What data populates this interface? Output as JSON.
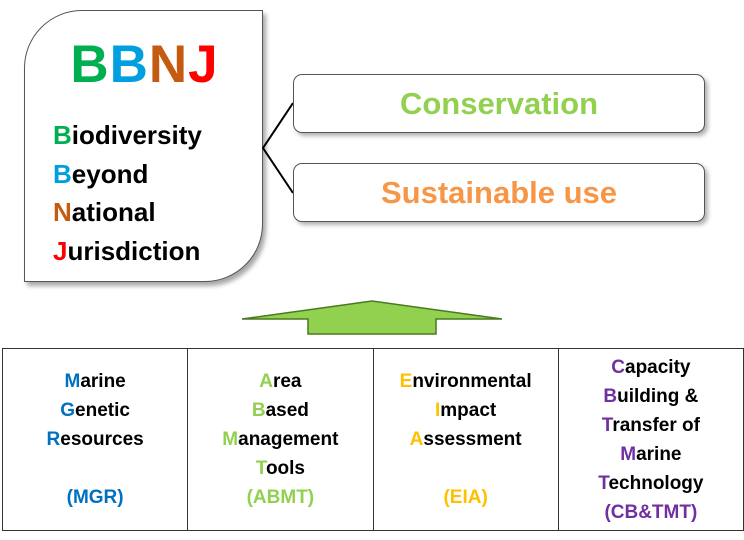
{
  "acronym": {
    "letters": [
      "B",
      "B",
      "N",
      "J"
    ],
    "colors": [
      "#00B050",
      "#00A0E0",
      "#C55A11",
      "#FF0000"
    ],
    "lines": [
      {
        "initial": "B",
        "rest": "iodiversity",
        "color": "#00B050"
      },
      {
        "initial": "B",
        "rest": "eyond",
        "color": "#00A0E0"
      },
      {
        "initial": "N",
        "rest": "ational",
        "color": "#C55A11"
      },
      {
        "initial": "J",
        "rest": "urisdiction",
        "color": "#FF0000"
      }
    ]
  },
  "goals": [
    {
      "label": "Conservation",
      "color": "#92D050"
    },
    {
      "label": "Sustainable use",
      "color": "#F79646"
    }
  ],
  "arrow_color": "#92D050",
  "pillars": [
    {
      "color": "#0070C0",
      "lines": [
        {
          "initial": "M",
          "rest": "arine"
        },
        {
          "initial": "G",
          "rest": "enetic"
        },
        {
          "initial": "R",
          "rest": "esources"
        }
      ],
      "abbr": "(MGR)"
    },
    {
      "color": "#92D050",
      "lines": [
        {
          "initial": "A",
          "rest": "rea"
        },
        {
          "initial": "B",
          "rest": "ased"
        },
        {
          "initial": "M",
          "rest": "anagement"
        },
        {
          "initial": "T",
          "rest": "ools"
        }
      ],
      "abbr": "(ABMT)"
    },
    {
      "color": "#FFC000",
      "lines": [
        {
          "initial": "E",
          "rest": "nvironmental"
        },
        {
          "initial": "I",
          "rest": "mpact"
        },
        {
          "initial": "A",
          "rest": "ssessment"
        }
      ],
      "abbr": "(EIA)"
    },
    {
      "color": "#7030A0",
      "lines": [
        {
          "initial": "C",
          "rest": "apacity"
        },
        {
          "initial": "B",
          "rest": "uilding &"
        },
        {
          "initial": "T",
          "rest": "ransfer of"
        },
        {
          "initial": "M",
          "rest": "arine"
        },
        {
          "initial": "T",
          "rest": "echnology"
        }
      ],
      "abbr": "(CB&TMT)"
    }
  ]
}
